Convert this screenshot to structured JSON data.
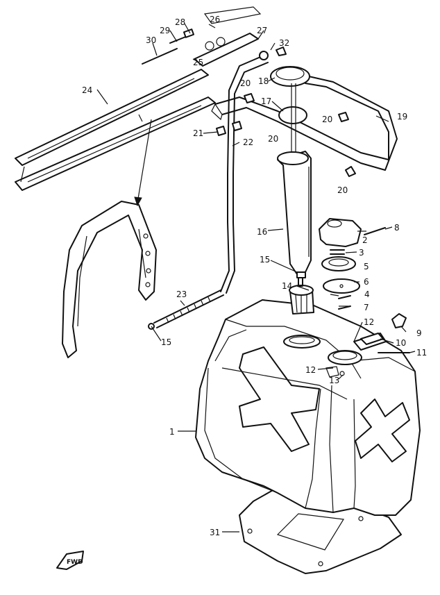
{
  "callouts": [
    {
      "id": "c1",
      "text": "1"
    },
    {
      "id": "c2",
      "text": "2"
    },
    {
      "id": "c3",
      "text": "3"
    },
    {
      "id": "c4",
      "text": "4"
    },
    {
      "id": "c5",
      "text": "5"
    },
    {
      "id": "c6",
      "text": "6"
    },
    {
      "id": "c7",
      "text": "7"
    },
    {
      "id": "c8",
      "text": "8"
    },
    {
      "id": "c9",
      "text": "9"
    },
    {
      "id": "c10",
      "text": "10"
    },
    {
      "id": "c11",
      "text": "11"
    },
    {
      "id": "c12a",
      "text": "12"
    },
    {
      "id": "c12b",
      "text": "12"
    },
    {
      "id": "c13",
      "text": "13"
    },
    {
      "id": "c14",
      "text": "14"
    },
    {
      "id": "c15a",
      "text": "15"
    },
    {
      "id": "c15b",
      "text": "15"
    },
    {
      "id": "c16",
      "text": "16"
    },
    {
      "id": "c17",
      "text": "17"
    },
    {
      "id": "c18",
      "text": "18"
    },
    {
      "id": "c19",
      "text": "19"
    },
    {
      "id": "c20a",
      "text": "20"
    },
    {
      "id": "c20b",
      "text": "20"
    },
    {
      "id": "c20c",
      "text": "20"
    },
    {
      "id": "c20d",
      "text": "20"
    },
    {
      "id": "c21",
      "text": "21"
    },
    {
      "id": "c22",
      "text": "22"
    },
    {
      "id": "c23",
      "text": "23"
    },
    {
      "id": "c24",
      "text": "24"
    },
    {
      "id": "c25",
      "text": "25"
    },
    {
      "id": "c26",
      "text": "26"
    },
    {
      "id": "c27",
      "text": "27"
    },
    {
      "id": "c28",
      "text": "28"
    },
    {
      "id": "c29",
      "text": "29"
    },
    {
      "id": "c30",
      "text": "30"
    },
    {
      "id": "c31",
      "text": "31"
    },
    {
      "id": "c32",
      "text": "32"
    }
  ],
  "direction_marker": {
    "text": "FWD"
  },
  "colors": {
    "ink": "#111111",
    "paper": "#ffffff"
  }
}
